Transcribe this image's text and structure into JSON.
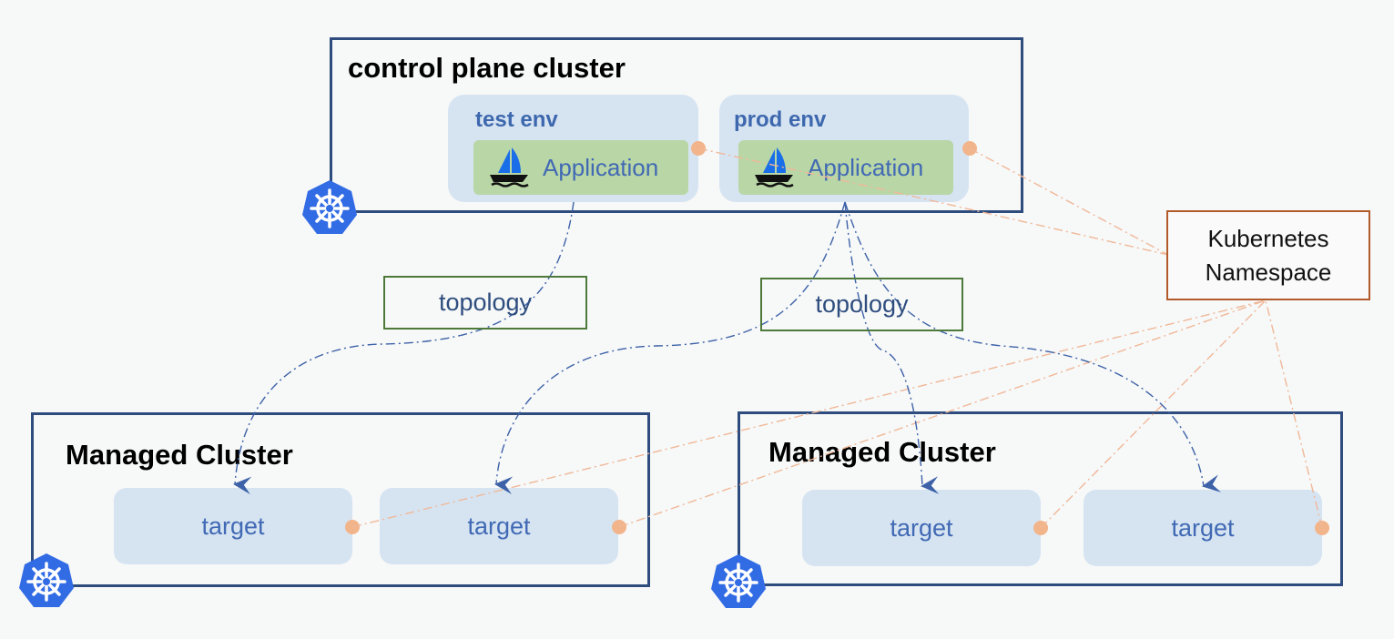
{
  "diagram": {
    "control_plane": {
      "title": "control plane cluster",
      "icon": "kubernetes-icon",
      "envs": [
        {
          "title": "test env",
          "app": {
            "label": "Application",
            "icon": "sailboat-icon"
          }
        },
        {
          "title": "prod env",
          "app": {
            "label": "Application",
            "icon": "sailboat-icon"
          }
        }
      ]
    },
    "topology_labels": [
      "topology",
      "topology"
    ],
    "namespace": {
      "line1": "Kubernetes",
      "line2": "Namespace"
    },
    "managed_clusters": [
      {
        "title": "Managed Cluster",
        "icon": "kubernetes-icon",
        "targets": [
          "target",
          "target"
        ]
      },
      {
        "title": "Managed Cluster",
        "icon": "kubernetes-icon",
        "targets": [
          "target",
          "target"
        ]
      }
    ],
    "colors": {
      "cluster_border": "#2e4d7e",
      "env_fill": "#d6e4f2",
      "app_fill": "#b9d6a6",
      "text_blue": "#4169b4",
      "topology_border": "#4d7a3a",
      "namespace_border": "#b25a2a",
      "namespace_dot": "#f2b48a",
      "k8s_blue": "#326ce5",
      "link_blue": "#3d62a8",
      "link_orange": "#f0b898"
    },
    "links": {
      "topology": [
        {
          "from": "test-env",
          "to": "managed-cluster-1-target-1"
        },
        {
          "from": "prod-env",
          "to": "managed-cluster-1-target-2"
        },
        {
          "from": "prod-env",
          "to": "managed-cluster-2-target-1"
        },
        {
          "from": "prod-env",
          "to": "managed-cluster-2-target-2"
        }
      ],
      "namespace": [
        {
          "from": "test-env-app",
          "to": "kubernetes-namespace"
        },
        {
          "from": "prod-env-app",
          "to": "kubernetes-namespace"
        },
        {
          "from": "managed-cluster-1-target-1",
          "to": "kubernetes-namespace"
        },
        {
          "from": "managed-cluster-1-target-2",
          "to": "kubernetes-namespace"
        },
        {
          "from": "managed-cluster-2-target-1",
          "to": "kubernetes-namespace"
        },
        {
          "from": "managed-cluster-2-target-2",
          "to": "kubernetes-namespace"
        }
      ]
    }
  }
}
